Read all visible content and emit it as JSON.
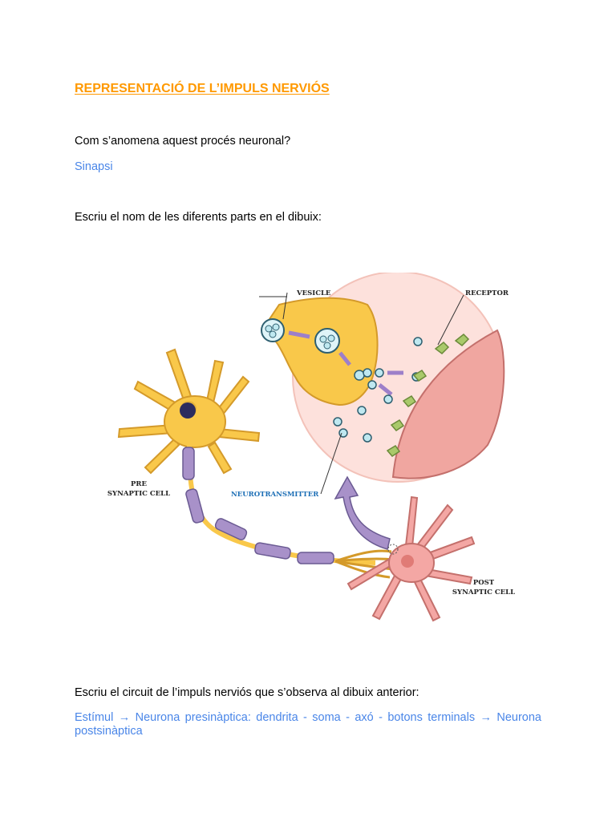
{
  "title": "REPRESENTACIÓ DE L’IMPULS NERVIÓS",
  "question1": "Com s’anomena aquest procés neuronal?",
  "answer1": "Sinapsi",
  "question2": "Escriu el nom de les diferents parts en el dibuix:",
  "figure": {
    "label_vesicle": "VESICLE",
    "label_receptor": "RECEPTOR",
    "label_pre_line1": "PRE",
    "label_pre_line2": "SYNAPTIC CELL",
    "label_neurotransmitter": "NEUROTRANSMITTER",
    "label_post_line1": "POST",
    "label_post_line2": "SYNAPTIC CELL",
    "colors": {
      "presynaptic": "#f9c84a",
      "postsynaptic": "#f4a7a4",
      "axon": "#a891c9",
      "zoom_circle": "#fde1dc",
      "neurotransmitter": "#bfe8f0",
      "receptor": "#a9c96a"
    }
  },
  "question3": "Escriu el circuit de l’impuls nerviós que s’observa al dibuix anterior:",
  "answer3": "Estímul → Neurona presinàptica: dendrita - soma - axó - botons terminals → Neurona postsinàptica"
}
